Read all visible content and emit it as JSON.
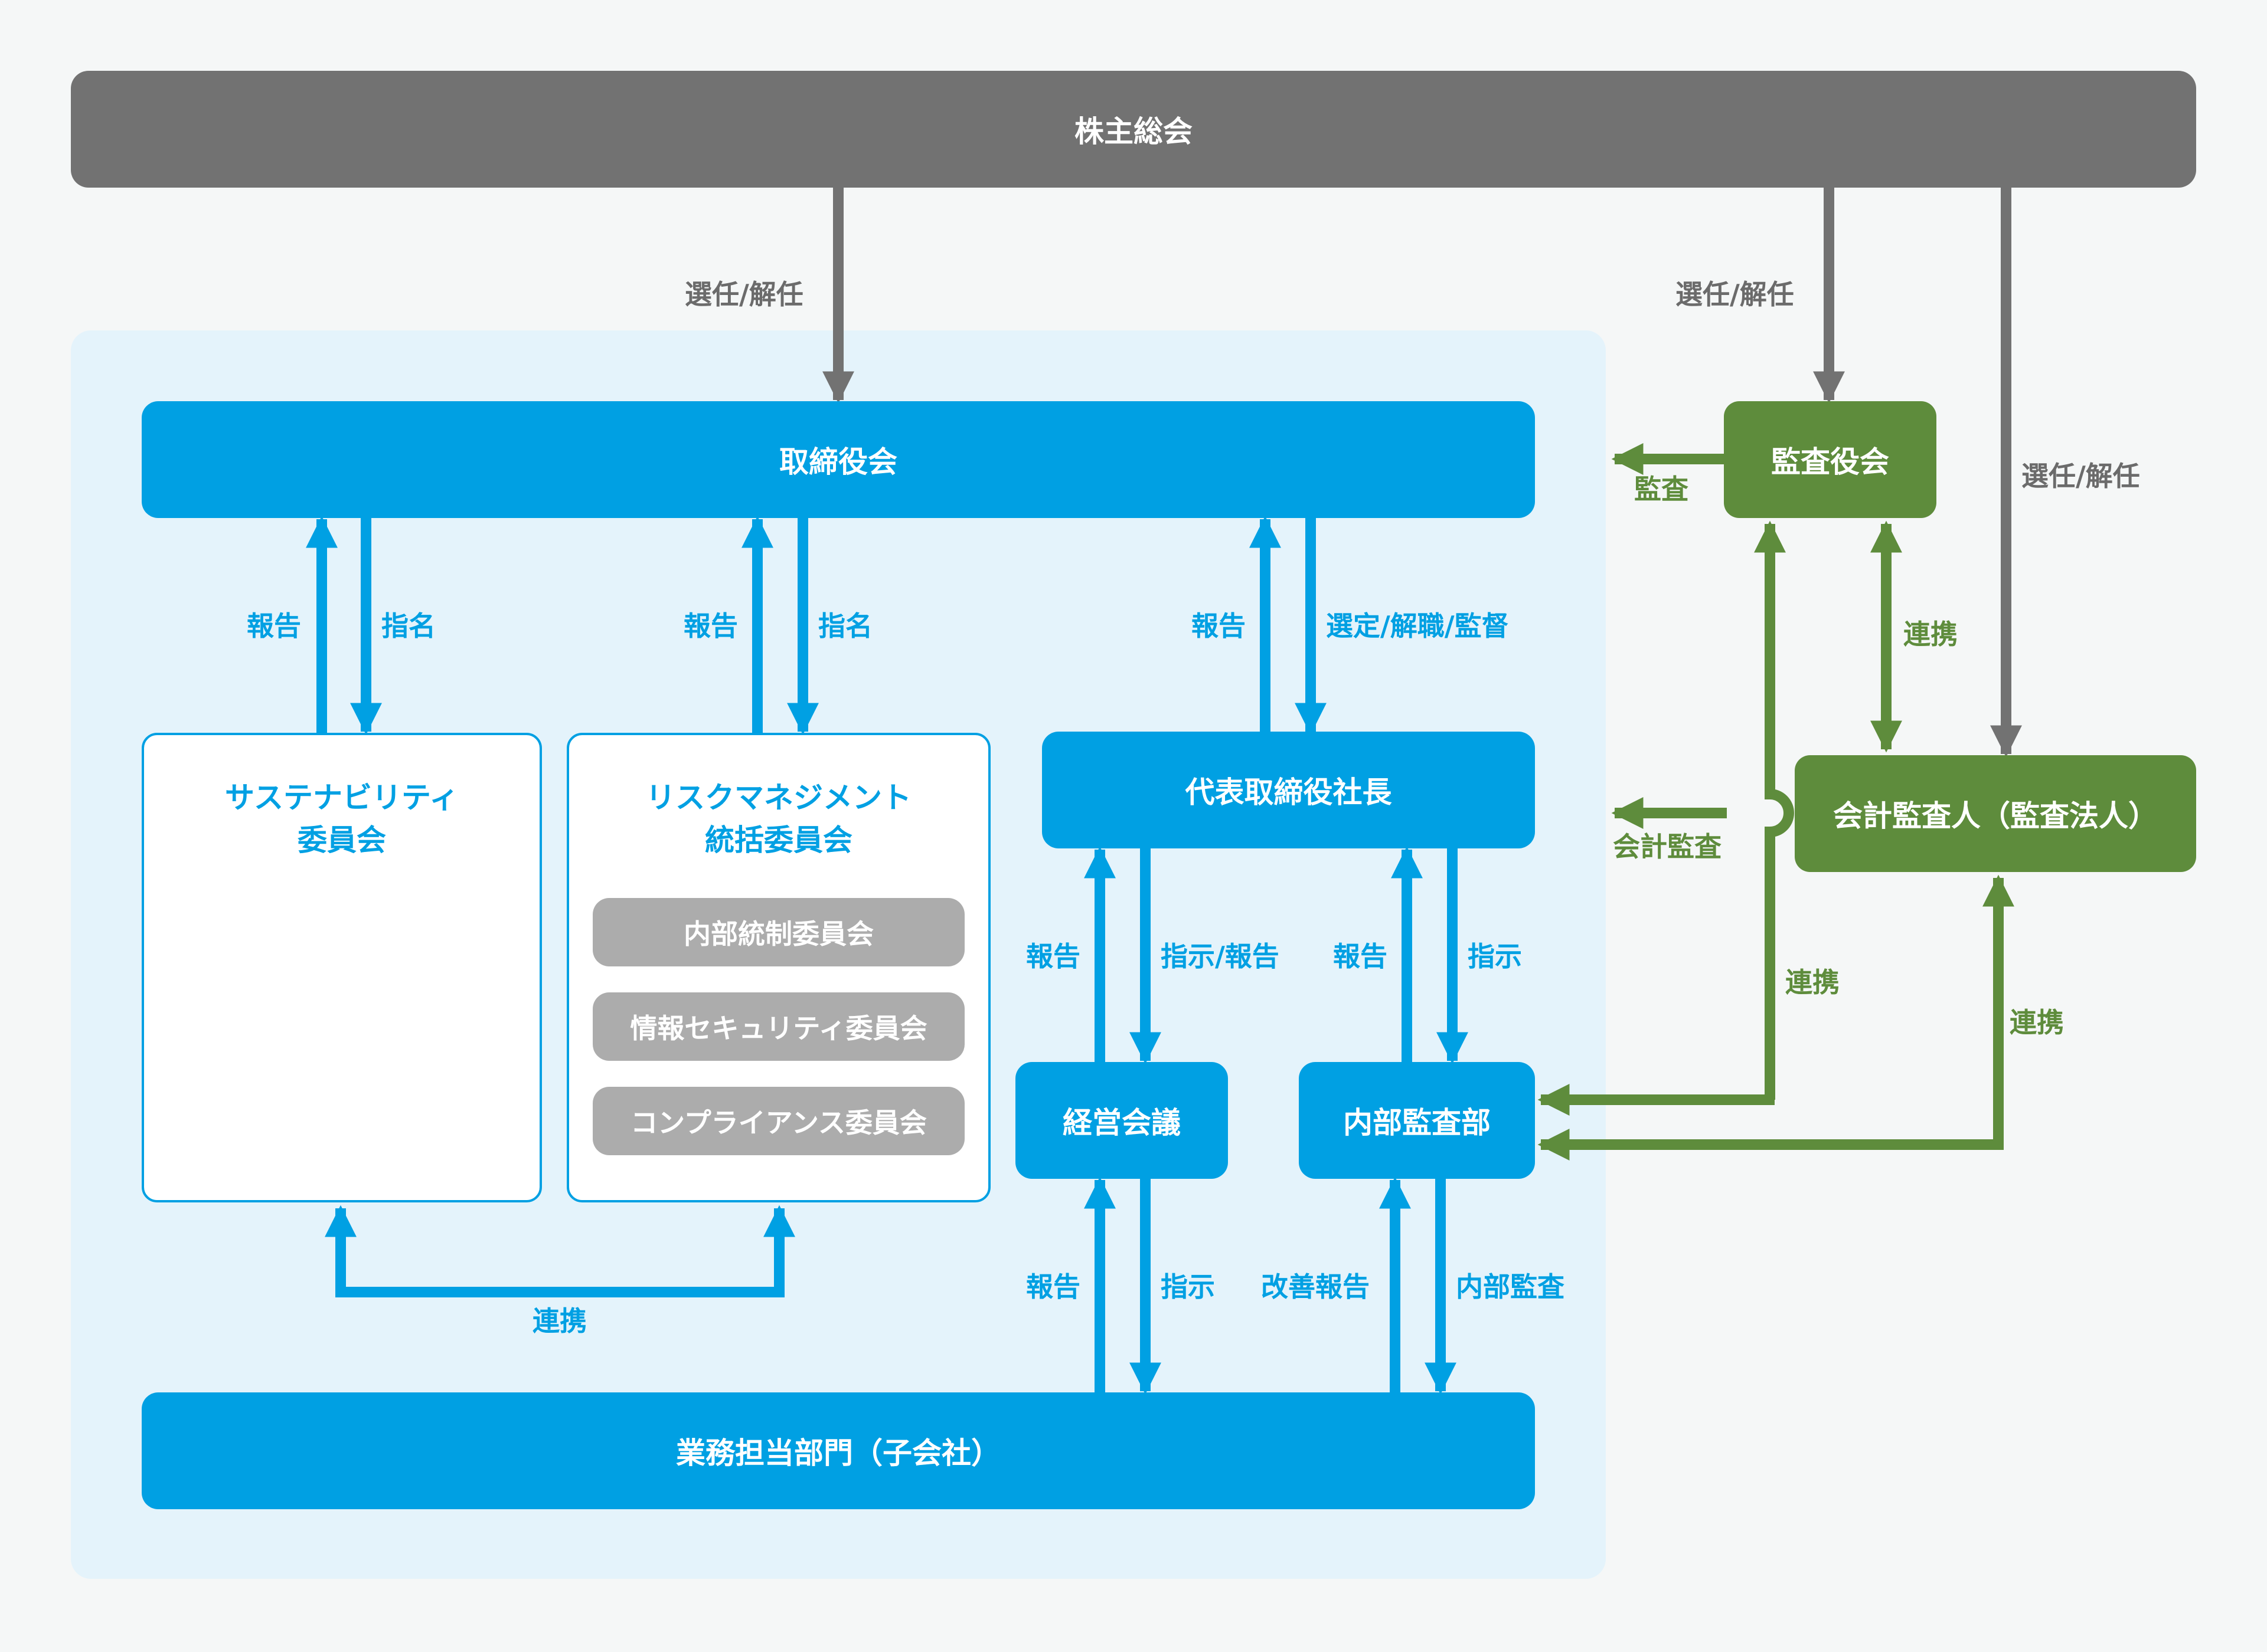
{
  "boxes": {
    "shareholders": "株主総会",
    "board": "取締役会",
    "audit_board": "監査役会",
    "accounting_auditor": "会計監査人（監査法人）",
    "sustainability_line1": "サステナビリティ",
    "sustainability_line2": "委員会",
    "risk_line1": "リスクマネジメント",
    "risk_line2": "統括委員会",
    "risk_sub": [
      "内部統制委員会",
      "情報セキュリティ委員会",
      "コンプライアンス委員会"
    ],
    "president": "代表取締役社長",
    "management_meeting": "経営会議",
    "internal_audit": "内部監査部",
    "business_units": "業務担当部門（子会社）"
  },
  "labels": {
    "appoint_dismiss": "選任/解任",
    "audit": "監査",
    "accounting_audit": "会計監査",
    "cooperation": "連携",
    "report": "報告",
    "nominate": "指名",
    "select_dismiss_supervise": "選定/解職/監督",
    "instruct_report": "指示/報告",
    "instruct": "指示",
    "improvement_report": "改善報告",
    "internal_audit": "内部監査"
  },
  "colors": {
    "background": "#f5f7f7",
    "inner_panel": "#e4f3fb",
    "shareholders": "#727272",
    "primary_blue": "#00a0e3",
    "audit_green": "#5e8c3c",
    "sub_committee_gray": "#acacac"
  }
}
